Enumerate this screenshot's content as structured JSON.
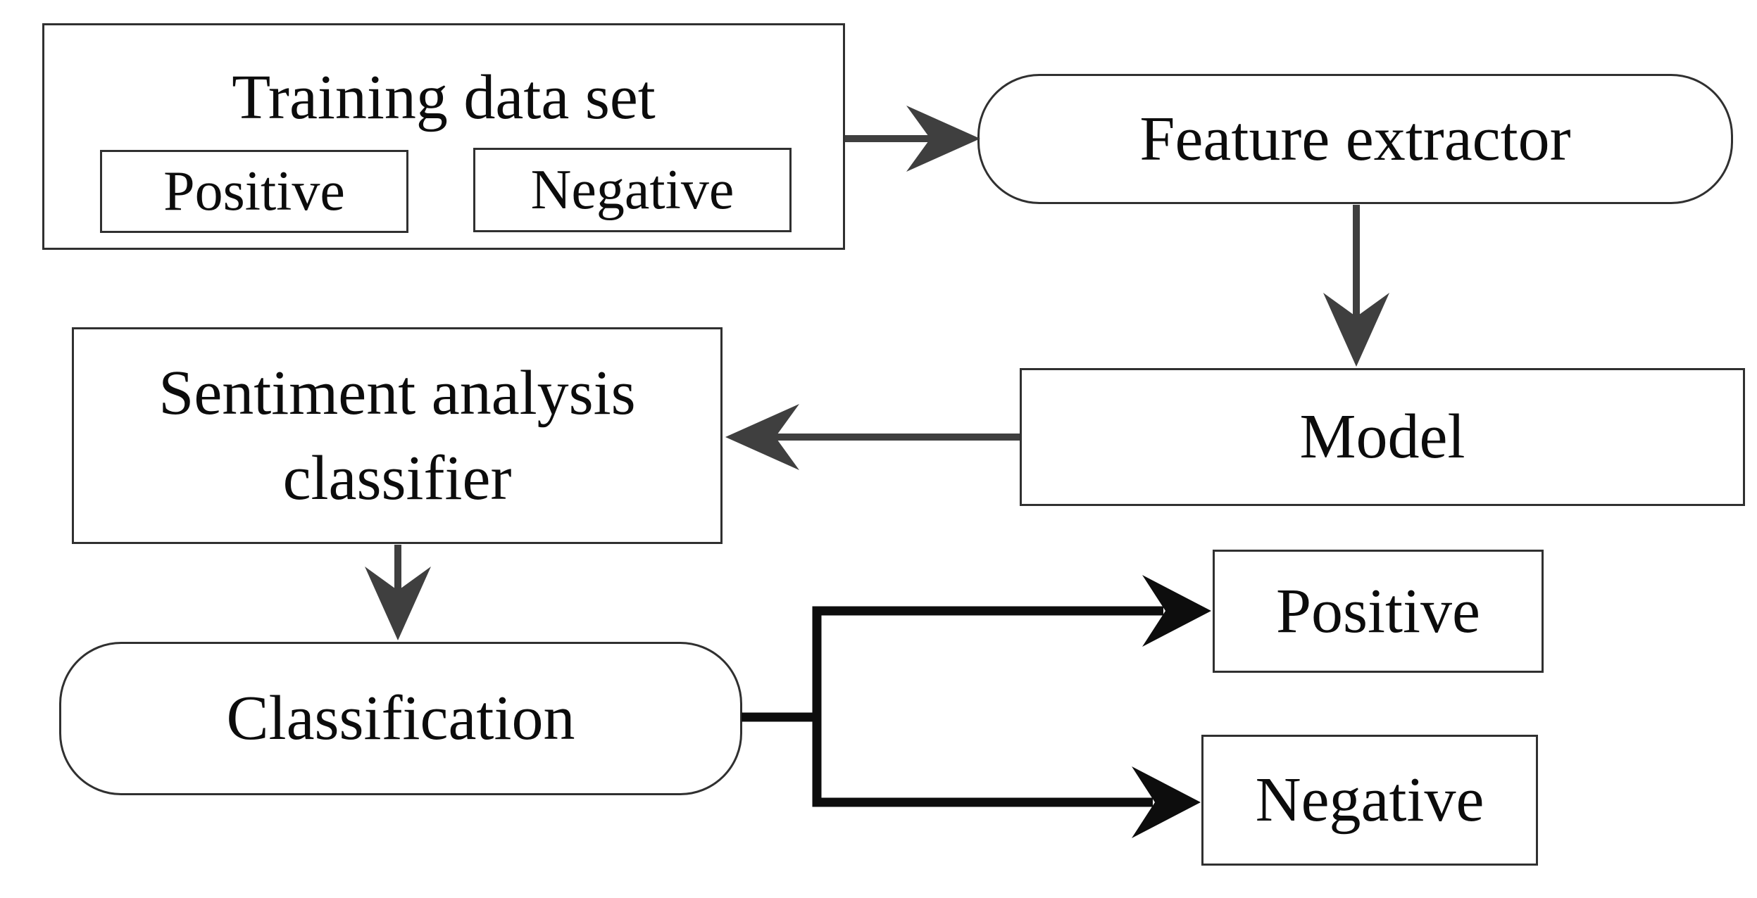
{
  "colors": {
    "background": "#ffffff",
    "arrow_gray": "#3f3f3f",
    "arrow_black": "#0d0d0d",
    "box_border": "#303030",
    "text": "#0c0c0c"
  },
  "nodes": {
    "training_set": {
      "label": "Training data set",
      "shape": "rectangle",
      "children": [
        {
          "label": "Positive"
        },
        {
          "label": "Negative"
        }
      ]
    },
    "feature_extractor": {
      "label": "Feature extractor",
      "shape": "rounded"
    },
    "model": {
      "label": "Model",
      "shape": "rectangle"
    },
    "classifier": {
      "label": "Sentiment analysis classifier",
      "shape": "rectangle"
    },
    "classification": {
      "label": "Classification",
      "shape": "rounded"
    },
    "output_positive": {
      "label": "Positive",
      "shape": "rectangle"
    },
    "output_negative": {
      "label": "Negative",
      "shape": "rectangle"
    }
  },
  "edges": [
    {
      "from": "training_set",
      "to": "feature_extractor",
      "style": "gray-arrow"
    },
    {
      "from": "feature_extractor",
      "to": "model",
      "style": "gray-arrow"
    },
    {
      "from": "model",
      "to": "classifier",
      "style": "gray-arrow"
    },
    {
      "from": "classifier",
      "to": "classification",
      "style": "gray-arrow"
    },
    {
      "from": "classification",
      "to": "output_positive",
      "style": "black-arrow"
    },
    {
      "from": "classification",
      "to": "output_negative",
      "style": "black-arrow"
    }
  ]
}
